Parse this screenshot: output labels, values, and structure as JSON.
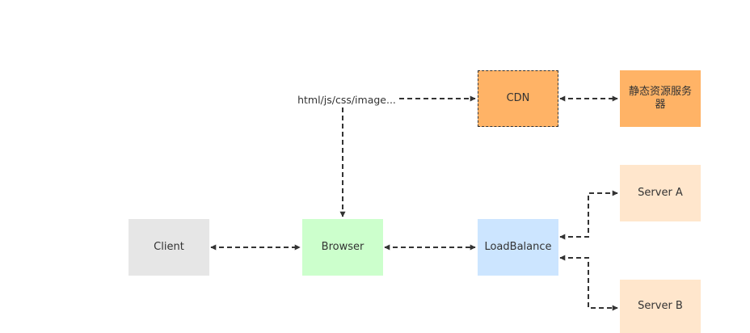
{
  "nodes": {
    "client": "Client",
    "browser": "Browser",
    "load_balance": "LoadBalance",
    "cdn": "CDN",
    "static_server": "静态资源服务器",
    "server_a": "Server A",
    "server_b": "Server B"
  },
  "edge_labels": {
    "static_assets": "html/js/css/image..."
  },
  "colors": {
    "client_fill": "#e6e6e6",
    "browser_fill": "#ccffcc",
    "load_balance_fill": "#cce5ff",
    "cdn_fill": "#ffb366",
    "static_server_fill": "#ffb366",
    "server_fill": "#ffe6cc",
    "edge": "#333333"
  }
}
